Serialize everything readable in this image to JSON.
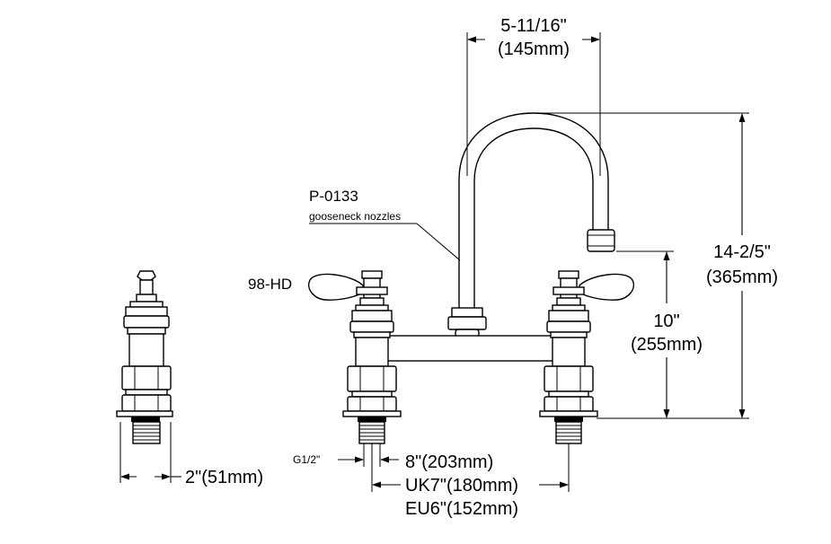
{
  "labels": {
    "spout_width_in": "5-11/16\"",
    "spout_width_mm": "(145mm)",
    "total_height_in": "14-2/5\"",
    "total_height_mm": "(365mm)",
    "spout_height_in": "10\"",
    "spout_height_mm": "(255mm)",
    "part_number": "P-0133",
    "part_description": "gooseneck nozzles",
    "handle_model": "98-HD",
    "thread_size": "G1/2\"",
    "valve_width": "2\"(51mm)",
    "center_us": "8\"(203mm)",
    "center_uk": "UK7\"(180mm)",
    "center_eu": "EU6\"(152mm)"
  }
}
